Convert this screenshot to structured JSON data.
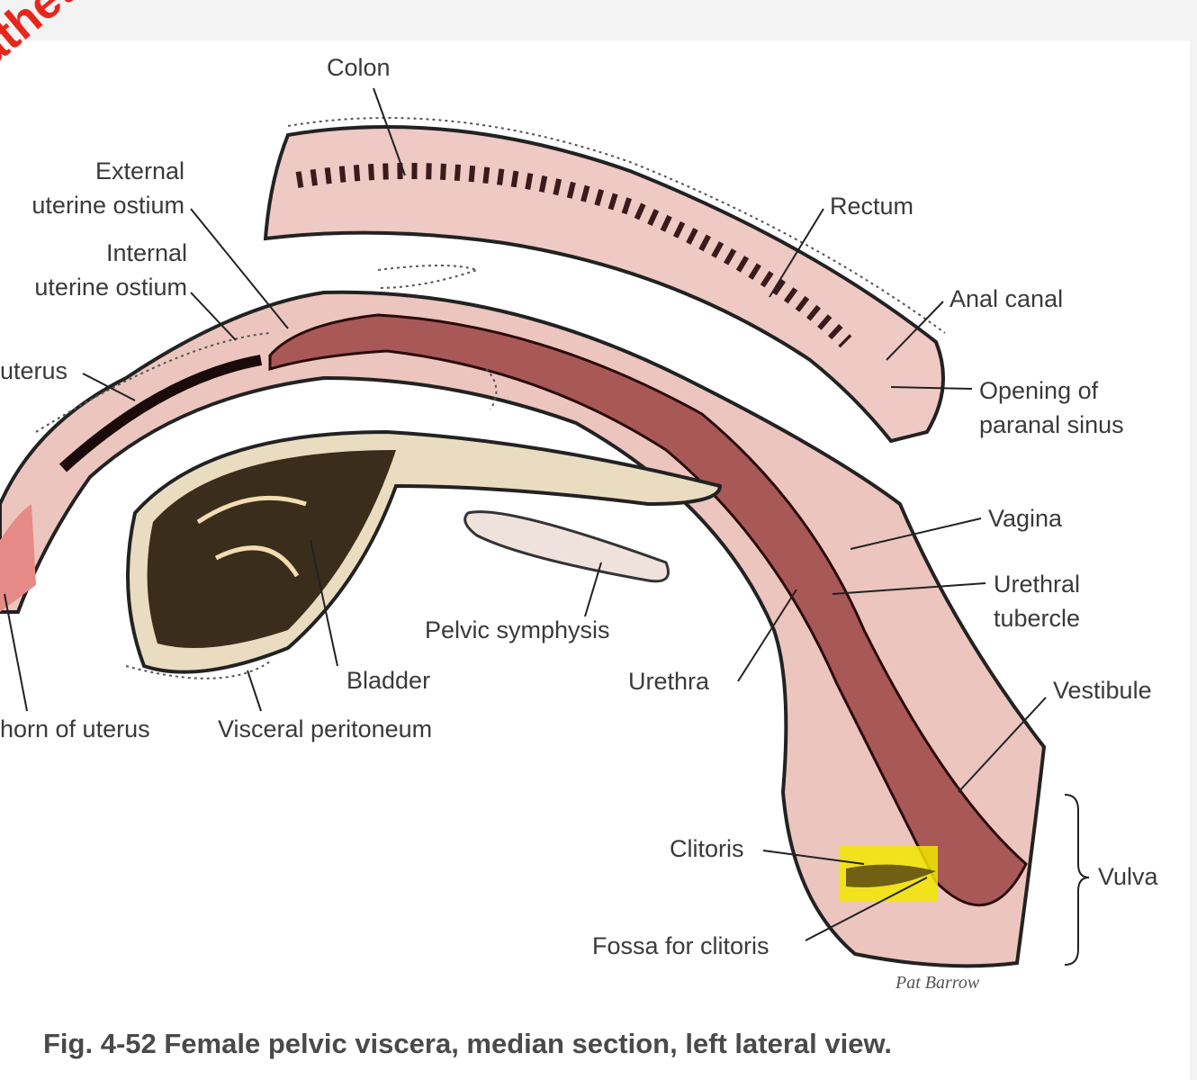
{
  "watermark": "atheteriz",
  "figure": {
    "caption": "Fig. 4-52 Female pelvic viscera, median section, left lateral view.",
    "signature": "Pat Barrow",
    "highlight_color": "#f2e600",
    "labels": {
      "colon": "Colon",
      "external_ostium_1": "External",
      "external_ostium_2": "uterine ostium",
      "internal_ostium_1": "Internal",
      "internal_ostium_2": "uterine ostium",
      "uterus": "uterus",
      "horn": "horn of uterus",
      "peritoneum": "Visceral peritoneum",
      "bladder": "Bladder",
      "symphysis": "Pelvic symphysis",
      "urethra": "Urethra",
      "rectum": "Rectum",
      "anal_canal": "Anal canal",
      "paranal_1": "Opening of",
      "paranal_2": "paranal sinus",
      "vagina": "Vagina",
      "tubercle_1": "Urethral",
      "tubercle_2": "tubercle",
      "vestibule": "Vestibule",
      "vulva": "Vulva",
      "clitoris": "Clitoris",
      "fossa": "Fossa for clitoris"
    }
  }
}
